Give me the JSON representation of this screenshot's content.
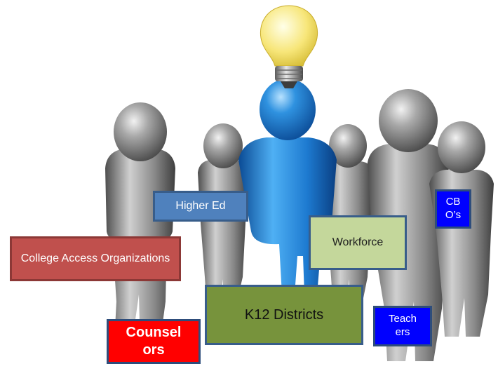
{
  "diagram": {
    "labels": {
      "higher_ed": "Higher Ed",
      "cbos": "CBO’s",
      "college_access": "College Access Organizations",
      "workforce": "Workforce",
      "k12": "K12 Districts",
      "teachers": "Teachers",
      "counselors": "Counselors"
    },
    "colors": {
      "higher_ed": "#4f81bd",
      "cbos": "#0000ff",
      "college_access": "#c0504d",
      "workforce": "#c4d79b",
      "k12": "#77933c",
      "teachers": "#0000ff",
      "counselors": "#ff0000",
      "central_figure": "#1f7fd1",
      "other_figures": "#8c8c8c",
      "lightbulb": "#f5e26e"
    },
    "icons": {
      "lightbulb": "lightbulb-icon",
      "central_figure": "person-figure-icon",
      "crowd": "person-figure-icon"
    }
  }
}
